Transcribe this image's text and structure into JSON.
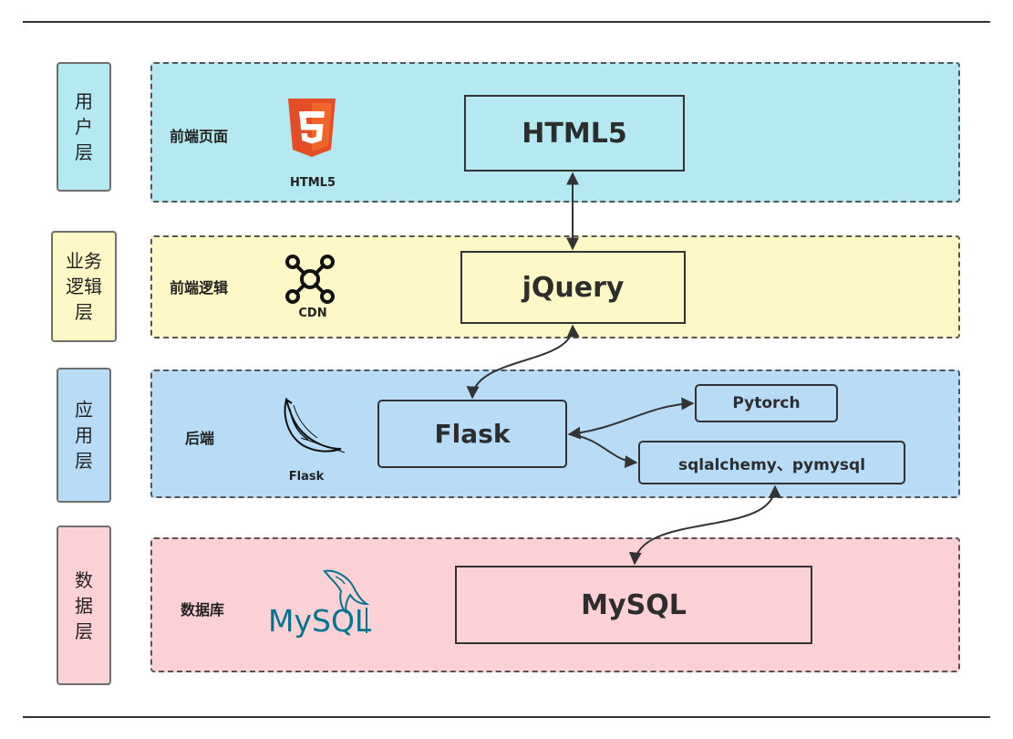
{
  "colors": {
    "user_layer": "#b4e9f1",
    "logic_layer": "#fdf8c6",
    "app_layer": "#b9dcf6",
    "data_layer": "#fbd1d6",
    "html5_orange": "#e44d26",
    "mysql_blue": "#00758f",
    "line": "#333333"
  },
  "tiers": [
    {
      "label": [
        "用",
        "户",
        "层"
      ]
    },
    {
      "label": [
        "业务",
        "逻辑",
        "层"
      ]
    },
    {
      "label": [
        "应",
        "用",
        "层"
      ]
    },
    {
      "label": [
        "数",
        "据",
        "层"
      ]
    }
  ],
  "layers": {
    "frontend_page": {
      "label": "前端页面",
      "logo_caption": "HTML5",
      "logo_icon": "html5-shield-icon",
      "box": "HTML5"
    },
    "frontend_logic": {
      "label": "前端逻辑",
      "logo_caption": "CDN",
      "logo_icon": "cdn-network-icon",
      "box": "jQuery"
    },
    "backend": {
      "label": "后端",
      "logo_caption": "Flask",
      "logo_icon": "flask-horn-icon",
      "box": "Flask",
      "pytorch": "Pytorch",
      "sql": "sqlalchemy、pymysql"
    },
    "database": {
      "label": "数据库",
      "logo_text": "MySQL",
      "logo_icon": "mysql-dolphin-icon",
      "box": "MySQL"
    }
  }
}
